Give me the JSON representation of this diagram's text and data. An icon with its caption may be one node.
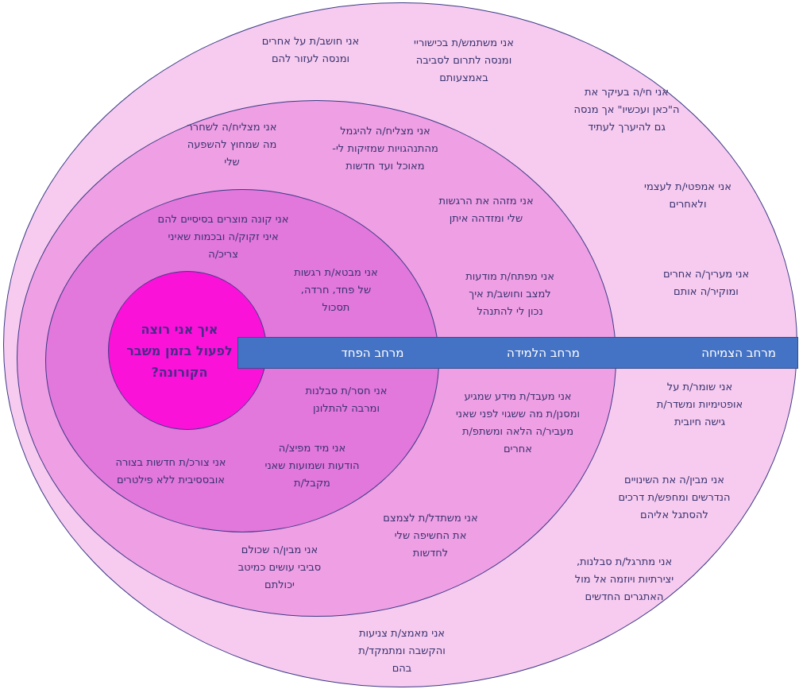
{
  "diagram": {
    "nodes": [
      {
        "text": [
          "אני משתמש/ת בכישוריי ומנסה לתרום לסביבה באמצעותם",
          "אני חושב/ת על אחרים ומנסה לעזור להם",
          "אני חי/ה בעיקר את ה\"כאן ועכשיו\" אך מנסה גם להיערך לעתיד",
          "אני אמפטי/ת לעצמי ולאחרים",
          "אני מעריך/ה אחרים ומוקיר/ה אותם",
          "אני שומר/ת על אופטימיות ומשדר/ת גישה חיובית",
          "אני מבין/ה את השינויים הנדרשים ומחפש/ת דרכים להסתגל אליהם",
          "אני מתרגל/ת סבלנות, יצירתיות ויוזמה אל מול האתגרים החדשים",
          "אני מאמצ/ת צניעות והקשבה ומתמקד/ת בהם"
        ]
      },
      {
        "text": [
          "אני מצליח/ה להיגמל מהתנהגויות שמזיקות לי- מאוכל ועד חדשות",
          "אני מצליח/ה לשחרר מה שמחוץ להשפעה שלי",
          "אני מזהה את הרגשות שלי ומזדהה איתן",
          "אני מפתח/ת מודעות למצב וחושב/ת איך נכון לי להתנהל",
          "אני מעבד/ת מידע שמגיע ומסנן/ת מה ששגוי לפני שאני מעביר/ה הלאה ומשתפ/ת אחרים",
          "אני משתדל/ת לצמצם את החשיפה שלי לחדשות",
          "אני מבין/ה שכולם סביבי עושים כמיטב יכולתם"
        ],
        "in": 0
      },
      {
        "text": [
          "אני קונה מוצרים בסיסיים להם איני זקוק/ה ובכמות שאיני צריכ/ה",
          "אני מבטא/ת רגשות של פחד, חרדה, תסכול",
          "אני חסר/ת סבלנות ומרבה להתלונן",
          "אני מיד מפיצ/ה הודעות ושמועות שאני מקבל/ת",
          "אני צורכ/ת חדשות בצורה אובססיבית ללא פילטרים"
        ],
        "in": 1
      },
      {
        "text": [
          "איך אני רוצה לפעול בזמן משבר הקורונה?"
        ],
        "in": 2
      },
      {
        "text": [
          "מרחב הצמיחה",
          "מרחב הלמידה",
          "מרחב הפחד"
        ],
        "in": 0
      }
    ]
  }
}
